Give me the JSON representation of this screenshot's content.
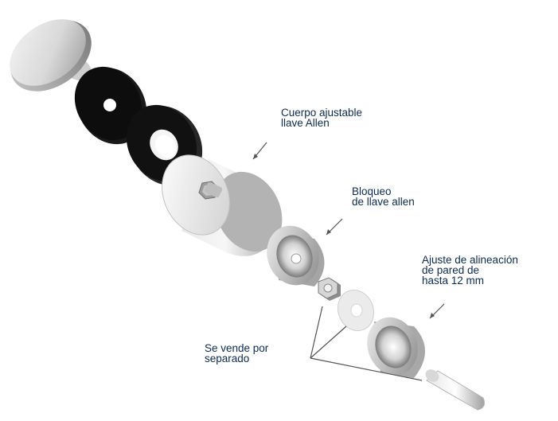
{
  "labels": {
    "cuerpo": {
      "line1": "Cuerpo ajustable",
      "line2": "llave Allen"
    },
    "bloqueo": {
      "line1": "Bloqueo",
      "line2": "de llave allen"
    },
    "ajuste": {
      "line1": "Ajuste de alineación",
      "line2": "de pared de",
      "line3": "hasta 12 mm"
    },
    "separado": {
      "line1": "Se vende por",
      "line2": "separado"
    }
  },
  "colors": {
    "text": "#0d2b52",
    "leader": "#555555",
    "black_washer": "#111111",
    "steel": "#c9c9c9"
  }
}
